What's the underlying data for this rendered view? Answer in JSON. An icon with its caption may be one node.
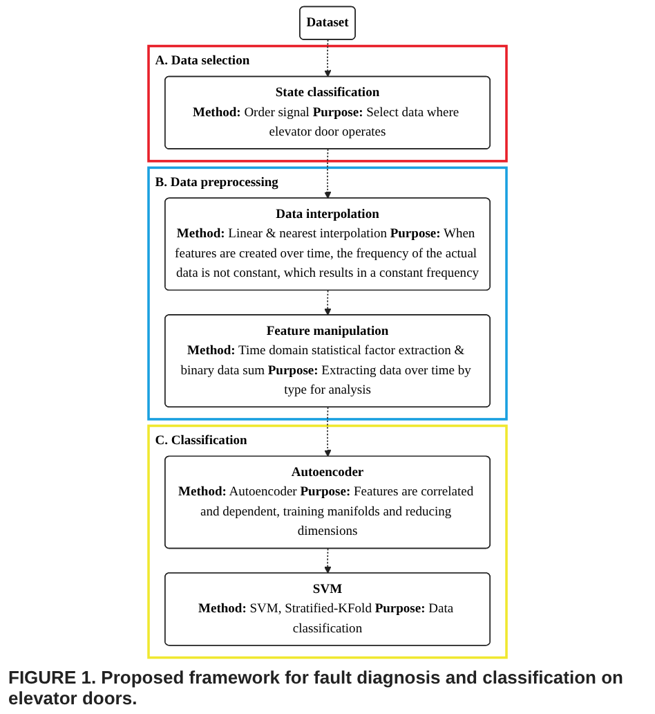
{
  "diagram": {
    "caption": "FIGURE 1. Proposed framework for fault diagnosis and classification on elevator doors.",
    "nodes": [
      {
        "text": [
          "A. Data selection"
        ]
      },
      {
        "text": [
          "State classification",
          "**Method:** Order signal **Purpose:** Select data where elevator door operates"
        ],
        "in": 0
      },
      {
        "text": [
          "Dataset"
        ]
      },
      {
        "text": [
          "B. Data preprocessing"
        ]
      },
      {
        "text": [
          "Data interpolation",
          "**Method:** Linear & nearest interpolation **Purpose:** When features are created over time, the frequency of the actual data is not constant, which results in a constant frequency"
        ],
        "in": 3
      },
      {
        "text": [
          "C. Classification"
        ]
      },
      {
        "text": [
          "Autoencoder",
          "**Method:** Autoencoder **Purpose:** Features are correlated and dependent, training manifolds and reducing dimensions"
        ],
        "in": 5
      },
      {
        "text": [
          "SVM",
          "**Method:** SVM, Stratified-KFold **Purpose:** Data classification"
        ],
        "in": 5
      },
      {
        "text": [
          "Feature manipulation",
          "**Method:** Time domain statistical factor extraction & binary data sum **Purpose:** Extracting data over time by type for analysis"
        ],
        "in": 3
      }
    ],
    "edges": [
      {
        "from": 2,
        "to": 1,
        "arrow": "to",
        "style": "dashed"
      },
      {
        "from": 1,
        "to": 4,
        "arrow": "to",
        "style": "dashed"
      },
      {
        "from": 4,
        "to": 8,
        "arrow": "to",
        "style": "dashed"
      },
      {
        "from": 8,
        "to": 6,
        "arrow": "to",
        "style": "dashed"
      },
      {
        "from": 6,
        "to": 7,
        "arrow": "to",
        "style": "dashed"
      }
    ]
  }
}
